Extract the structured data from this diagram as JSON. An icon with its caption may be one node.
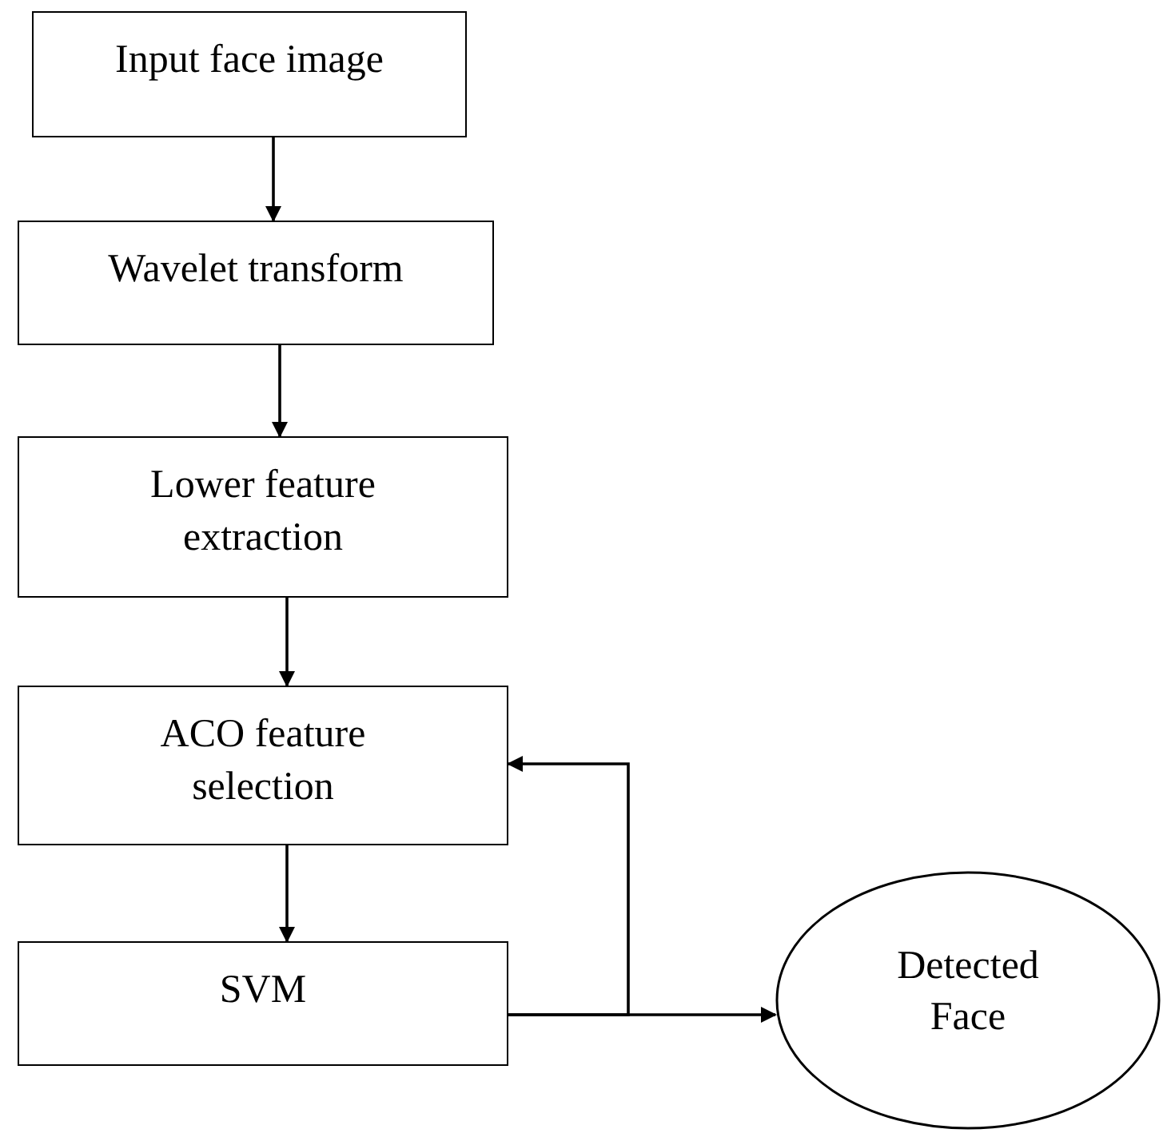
{
  "diagram": {
    "nodes": [
      {
        "text": [
          "Input face image"
        ]
      },
      {
        "text": [
          "Wavelet transform"
        ]
      },
      {
        "text": [
          "Lower feature extraction"
        ]
      },
      {
        "text": [
          "ACO feature selection"
        ]
      },
      {
        "text": [
          "SVM"
        ]
      },
      {
        "text": [
          "Detected Face"
        ]
      }
    ],
    "edges": [
      {
        "from": 0,
        "to": 1,
        "arrow": "to"
      },
      {
        "from": 1,
        "to": 2,
        "arrow": "to"
      },
      {
        "from": 2,
        "to": 3,
        "arrow": "to"
      },
      {
        "from": 3,
        "to": 4,
        "arrow": "to"
      },
      {
        "from": 4,
        "to": 3,
        "arrow": "to"
      },
      {
        "from": 4,
        "to": 5,
        "arrow": "to"
      }
    ]
  }
}
